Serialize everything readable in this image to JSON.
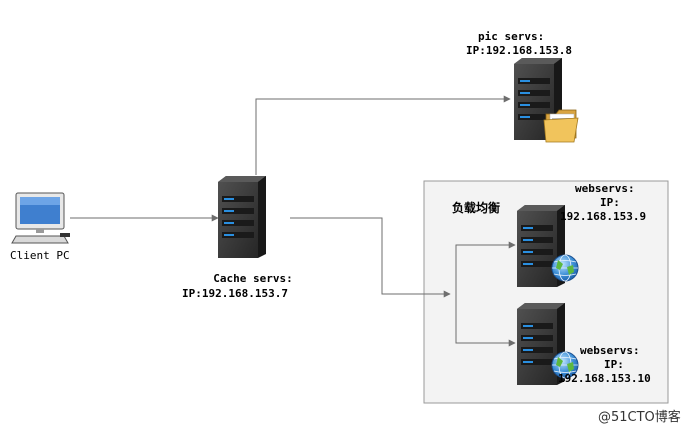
{
  "client": {
    "label": "Client PC"
  },
  "cache_server": {
    "name": "Cache servs:",
    "ip": "IP:192.168.153.7"
  },
  "pic_server": {
    "name": "pic servs:",
    "ip": "IP:192.168.153.8"
  },
  "load_balancer": {
    "label": "负载均衡"
  },
  "web_server_1": {
    "name": "webservs:",
    "ip_prefix": "IP:",
    "ip": "192.168.153.9"
  },
  "web_server_2": {
    "name": "webservs:",
    "ip_prefix": "IP:",
    "ip": "192.168.153.10"
  },
  "watermark": {
    "text": "@51CTO博客"
  },
  "colors": {
    "connector": "#6e6e6e",
    "server_body": "#2b2b2b",
    "led": "#2a8fe0",
    "group_bg": "#f3f3f3",
    "group_border": "#9a9a9a"
  },
  "icons": [
    "desktop-pc-icon",
    "server-icon",
    "folder-icon",
    "globe-icon"
  ]
}
